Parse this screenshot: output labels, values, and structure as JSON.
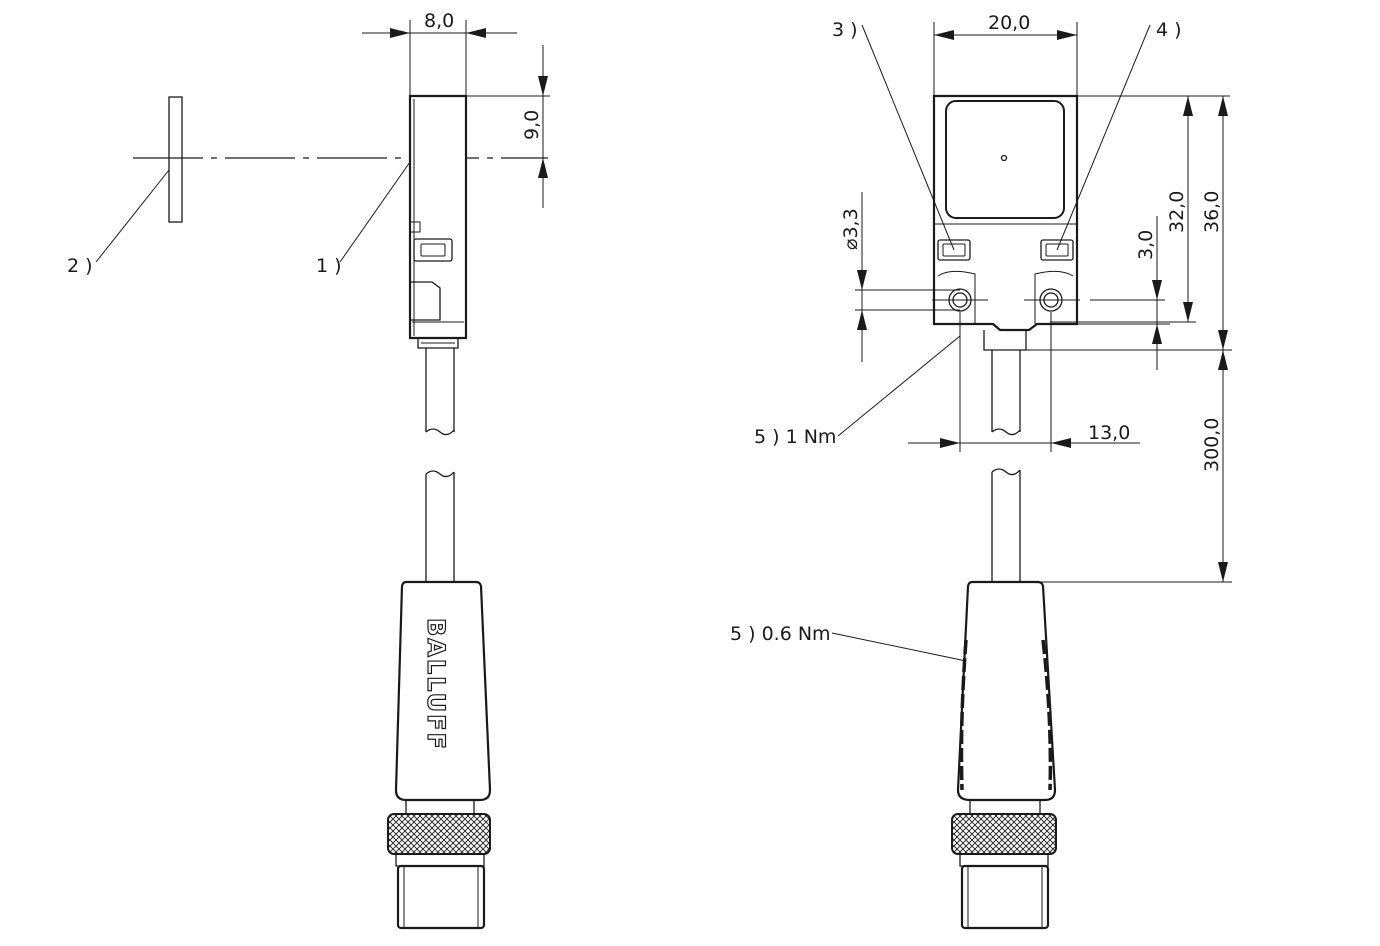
{
  "drawing": {
    "brand": "BALLUFF",
    "dimensions": {
      "side_width": "8,0",
      "side_offset": "9,0",
      "front_width": "20,0",
      "hole_dia": "⌀3,3",
      "hole_offset": "3,0",
      "height_inner": "32,0",
      "height_total": "36,0",
      "cable_length": "300,0",
      "hole_spacing": "13,0"
    },
    "labels": {
      "l1": "1 )",
      "l2": "2 )",
      "l3": "3 )",
      "l4": "4 )",
      "l5a": "5 ) 1 Nm",
      "l5b": "5 ) 0.6 Nm"
    }
  }
}
